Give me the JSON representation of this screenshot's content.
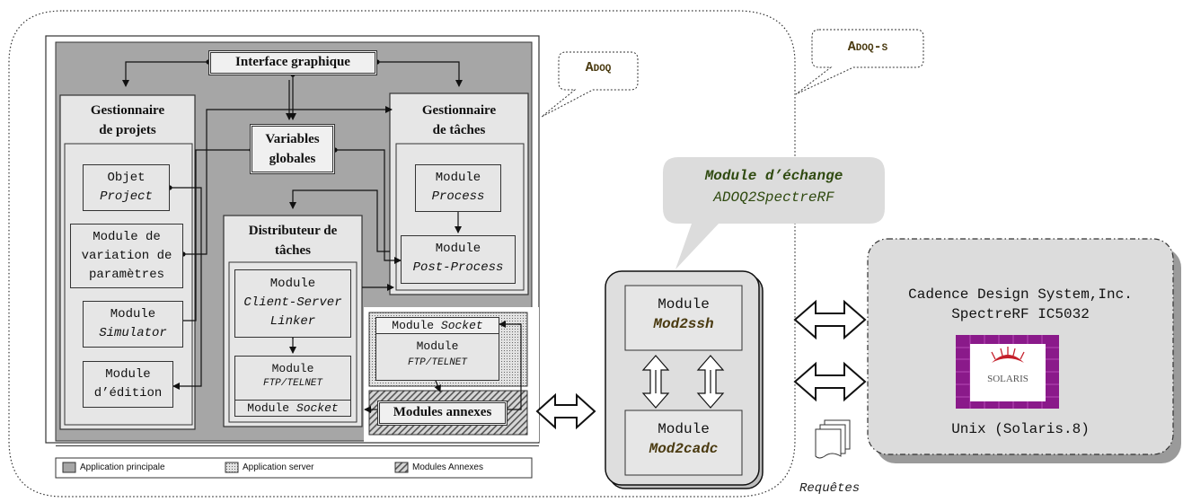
{
  "adoq_label": "Adoq",
  "adoqs_label": "Adoq-s",
  "interface_graphique": "Interface graphique",
  "gestionnaire_projets": [
    "Gestionnaire",
    "de projets"
  ],
  "gestionnaire_taches": [
    "Gestionnaire",
    "de tâches"
  ],
  "variables_globales": [
    "Variables",
    "globales"
  ],
  "objet_project": [
    "Objet",
    "Project"
  ],
  "module_variation": [
    "Module de",
    "variation de",
    "paramètres"
  ],
  "module_simulator": [
    "Module",
    "Simulator"
  ],
  "module_edition": [
    "Module",
    "d’édition"
  ],
  "distributeur_taches": [
    "Distributeur de",
    "tâches"
  ],
  "module_client_server": [
    "Module",
    "Client-Server",
    "Linker"
  ],
  "module_ftp_left": [
    "Module",
    "FTP/TELNET"
  ],
  "module_socket_left": [
    "Module",
    "Socket"
  ],
  "module_process": [
    "Module",
    "Process"
  ],
  "module_post_process": [
    "Module",
    "Post-Process"
  ],
  "module_socket_right": [
    "Module",
    "Socket"
  ],
  "module_ftp_right": [
    "Module",
    "FTP/TELNET"
  ],
  "modules_annexes": "Modules annexes",
  "legend": [
    "Application principale",
    "Application server",
    "Modules Annexes"
  ],
  "bubble_module_echange": [
    "Module d’échange",
    "ADOQ2SpectreRF"
  ],
  "module_mod2ssh": [
    "Module",
    "Mod2ssh"
  ],
  "module_mod2cadc": [
    "Module",
    "Mod2cadc"
  ],
  "cadence": [
    "Cadence Design System,Inc.",
    "SpectreRF IC5032"
  ],
  "solaris_logo": "SOLARIS",
  "unix": "Unix (Solaris.8)",
  "requetes": "Requêtes",
  "colors": {
    "panel_gray": "#a6a6a6",
    "box_gray": "#e6e6e6",
    "purple": "#8a1a8a",
    "label_brown": "#4a3a10",
    "bubble_text": "#2f4a10"
  }
}
